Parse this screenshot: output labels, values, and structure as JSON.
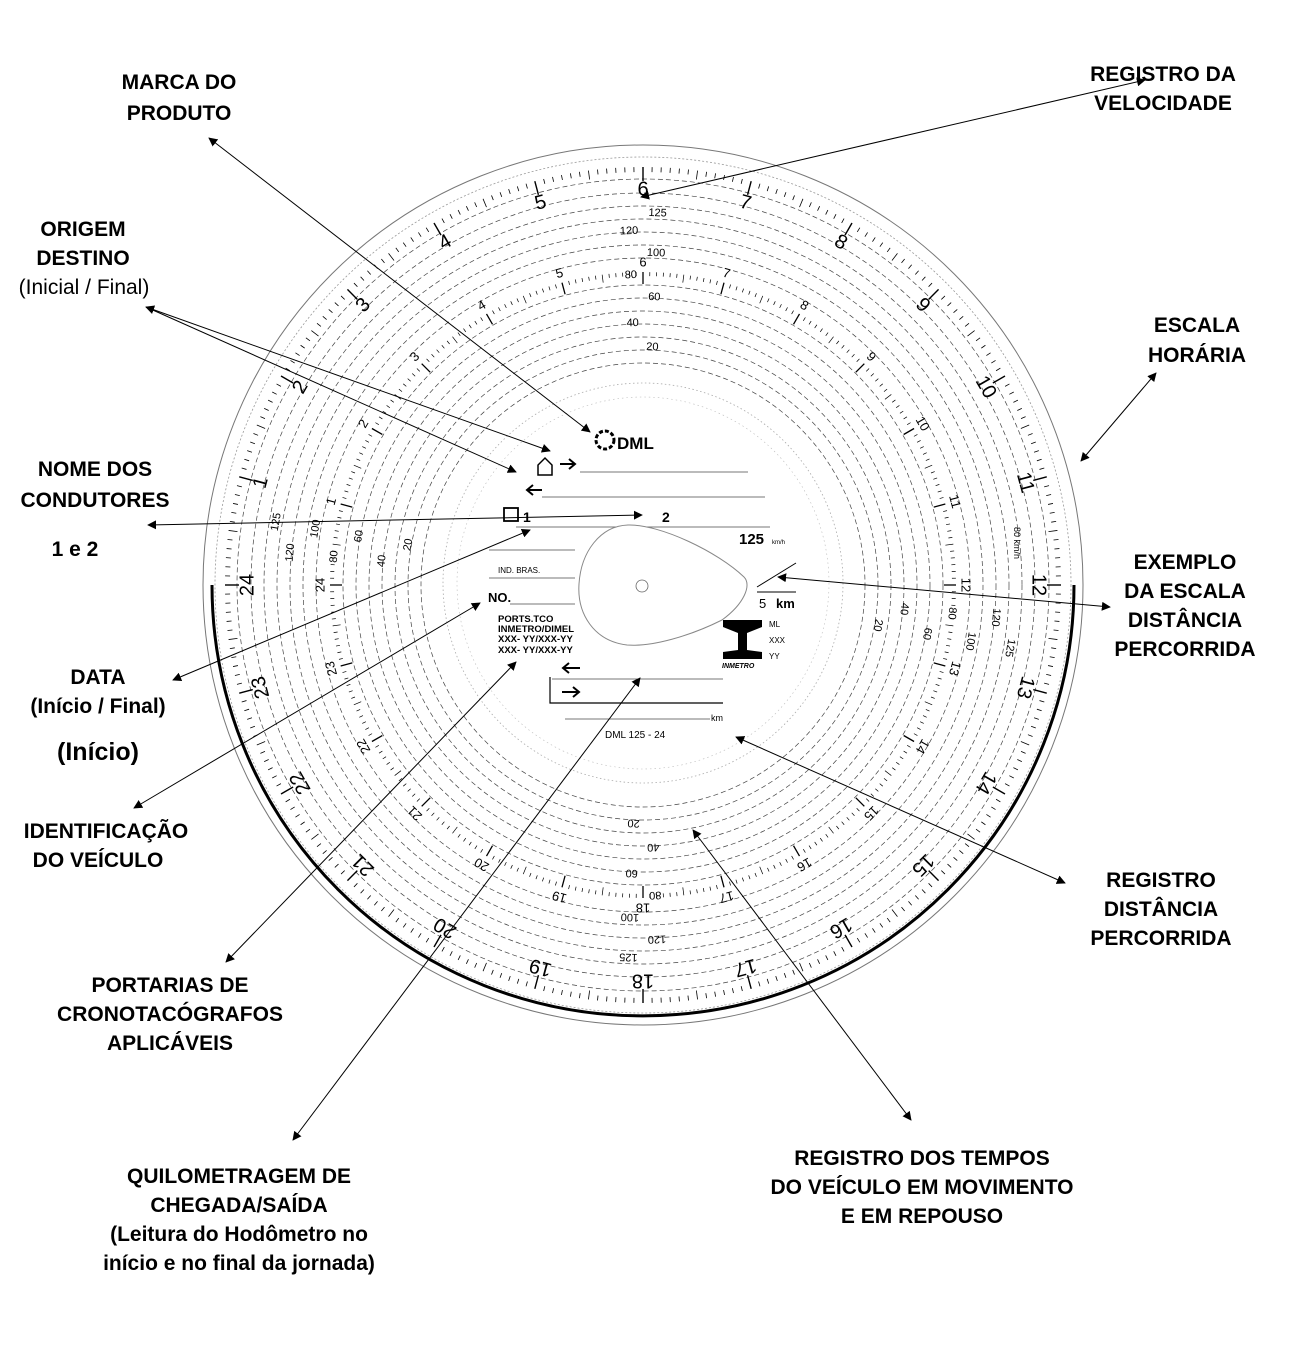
{
  "labels": {
    "marca": [
      "MARCA DO",
      "PRODUTO"
    ],
    "velocidade": [
      "REGISTRO DA",
      "VELOCIDADE"
    ],
    "origem": [
      "ORIGEM",
      "DESTINO",
      "(Inicial / Final)"
    ],
    "escala_horaria": [
      "ESCALA",
      "HORÁRIA"
    ],
    "nome_condutores": [
      "NOME DOS",
      "CONDUTORES",
      "1 e 2"
    ],
    "exemplo_escala": [
      "EXEMPLO",
      "DA ESCALA",
      "DISTÂNCIA",
      "PERCORRIDA"
    ],
    "data": [
      "DATA",
      "(Início / Final)",
      "(Início)"
    ],
    "identificacao": [
      "IDENTIFICAÇÃO",
      "DO VEÍCULO"
    ],
    "registro_distancia": [
      "REGISTRO",
      "DISTÂNCIA",
      "PERCORRIDA"
    ],
    "portarias": [
      "PORTARIAS DE",
      "CRONOTACÓGRAFOS",
      "APLICÁVEIS"
    ],
    "quilometragem": [
      "QUILOMETRAGEM DE",
      "CHEGADA/SAÍDA",
      "(Leitura do Hodômetro no",
      "início e no final da jornada)"
    ],
    "tempos": [
      "REGISTRO DOS TEMPOS",
      "DO VEÍCULO EM MOVIMENTO",
      "E EM REPOUSO"
    ]
  },
  "disc": {
    "brand": "DML",
    "driver_1": "1",
    "driver_2": "2",
    "max_speed": "125",
    "speed_unit": "km/h",
    "ind": "IND. BRAS.",
    "no": "NO.",
    "ports": [
      "PORTS.TCO",
      "INMETRO/DIMEL",
      "XXX- YY/XXX-YY",
      "XXX- YY/XXX-YY"
    ],
    "dist_example_value": "5",
    "dist_example_unit": "km",
    "inmetro": "INMETRO",
    "inmetro_codes": [
      "ML",
      "XXX",
      "YY"
    ],
    "km": "km",
    "model": "DML  125 - 24",
    "speed_axis_unit": "80 km/h",
    "outer_hours": [
      "1",
      "2",
      "3",
      "4",
      "5",
      "6",
      "7",
      "8",
      "9",
      "10",
      "11",
      "12",
      "13",
      "14",
      "15",
      "16",
      "17",
      "18",
      "19",
      "20",
      "21",
      "22",
      "23",
      "24"
    ],
    "inner_hours": [
      "1",
      "2",
      "3",
      "4",
      "5",
      "6",
      "7",
      "8",
      "9",
      "10",
      "11",
      "12",
      "13",
      "14",
      "15",
      "16",
      "17",
      "18",
      "19",
      "20",
      "21",
      "22",
      "23",
      "24"
    ],
    "speed_labels": [
      "125",
      "120",
      "100",
      "80",
      "60",
      "40",
      "20"
    ]
  }
}
